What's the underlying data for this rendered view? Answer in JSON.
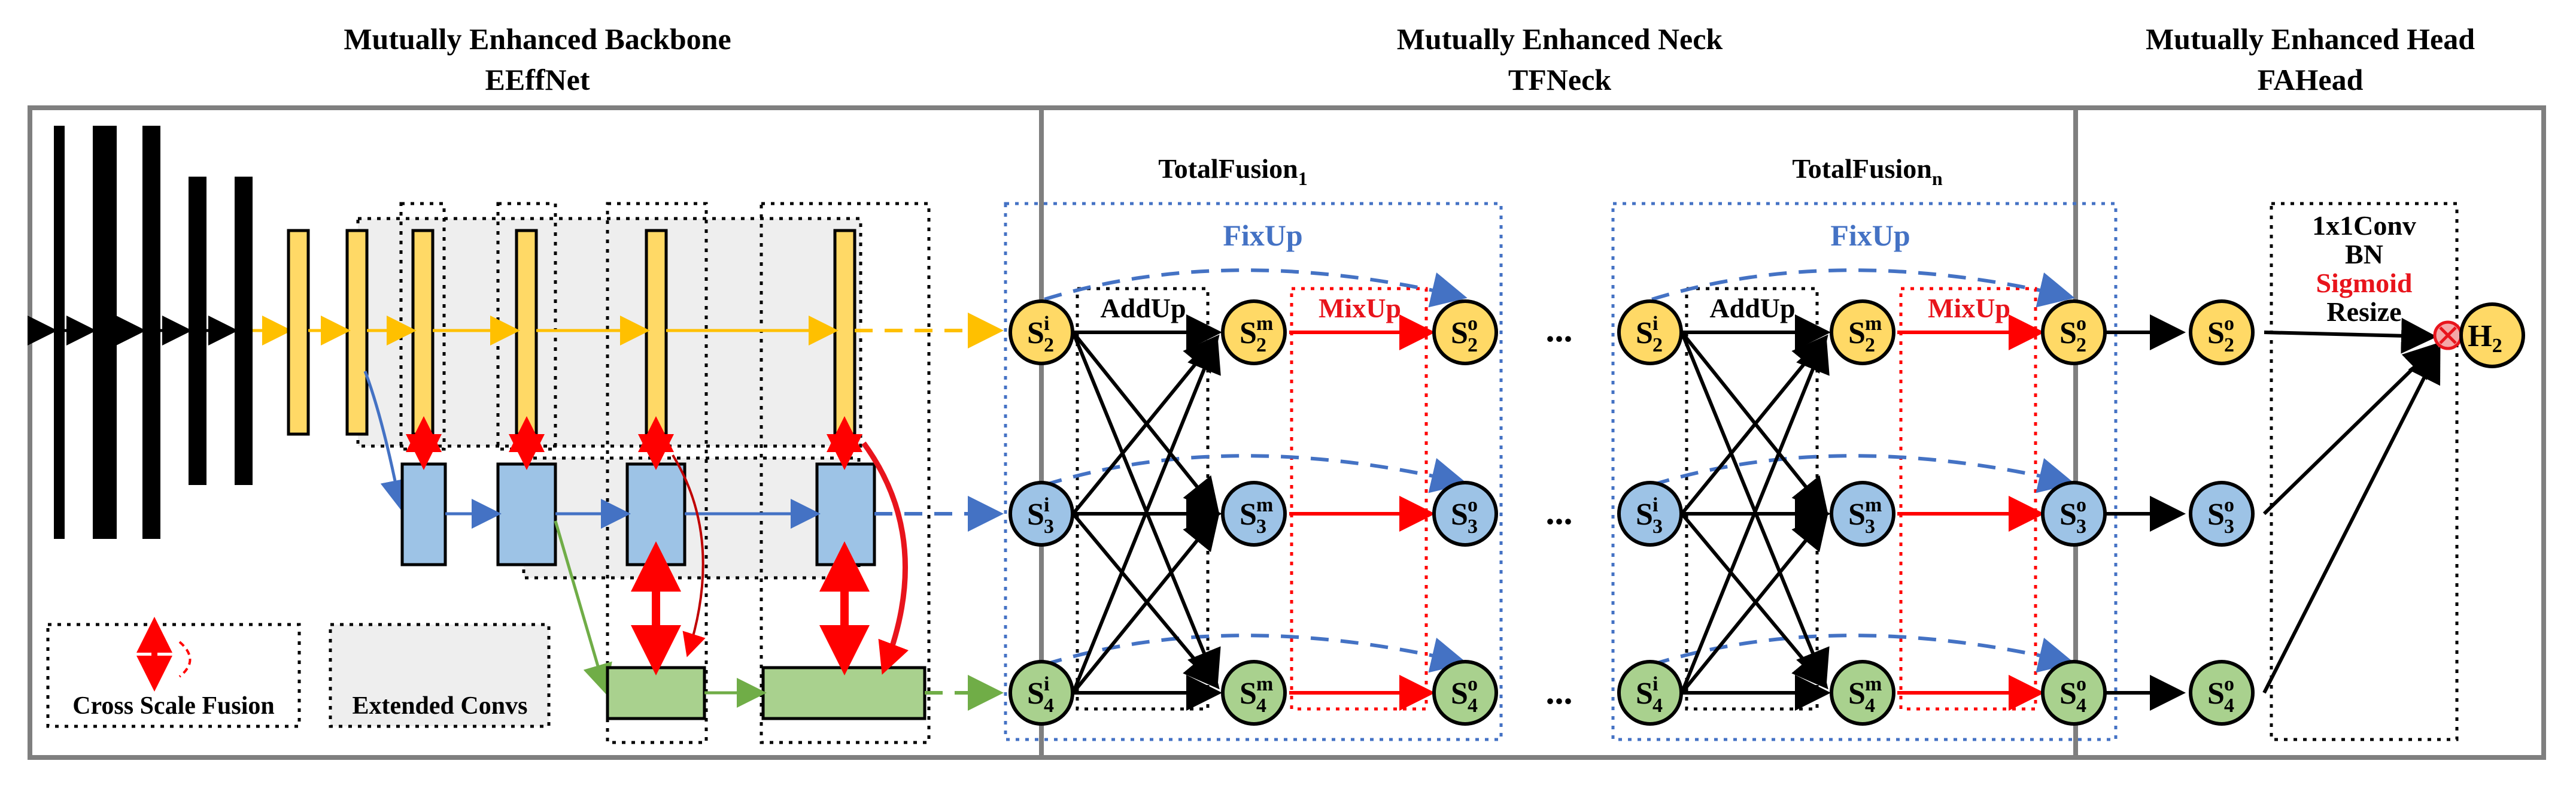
{
  "sections": {
    "backbone": {
      "title": "Mutually Enhanced Backbone",
      "subtitle": "EEffNet"
    },
    "neck": {
      "title": "Mutually Enhanced Neck",
      "subtitle": "TFNeck"
    },
    "head": {
      "title": "Mutually Enhanced Head",
      "subtitle": "FAHead"
    }
  },
  "neck_blocks": {
    "first": {
      "title": "TotalFusion",
      "sub": "1"
    },
    "last": {
      "title": "TotalFusion",
      "sub": "n"
    },
    "fixup": "FixUp",
    "addup": "AddUp",
    "mixup": "MixUp",
    "ellipsis": "..."
  },
  "head_ops": {
    "conv": "1x1Conv",
    "bn": "BN",
    "sigmoid": "Sigmoid",
    "resize": "Resize",
    "output": "H",
    "output_sub": "2"
  },
  "legend": {
    "cross_scale": "Cross Scale Fusion",
    "extended": "Extended Convs"
  },
  "nodes": {
    "symbol": "S",
    "input": "i",
    "mid": "m",
    "out": "o",
    "levels": [
      "2",
      "3",
      "4"
    ]
  },
  "colors": {
    "yellow": "#ffd966",
    "blue": "#9dc3e6",
    "green": "#a9d18e",
    "arrow_yellow": "#ffc000",
    "arrow_blue": "#4472c4",
    "arrow_green": "#70ad47",
    "red": "#ff0000",
    "fix_blue": "#4472c4"
  }
}
